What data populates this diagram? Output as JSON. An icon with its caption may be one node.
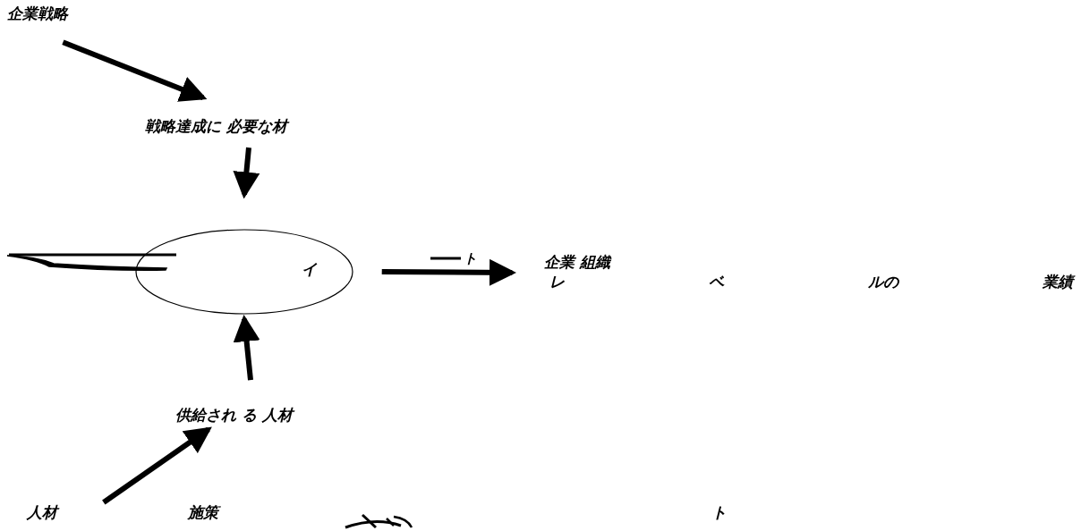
{
  "diagram": {
    "nodes": [
      {
        "text": [
          "企業戦略"
        ]
      },
      {
        "text": [
          "戦略達成に 必要な材"
        ]
      },
      {
        "text": [
          "イ"
        ]
      },
      {
        "text": [
          "供給され る 人材"
        ]
      },
      {
        "text": [
          "企業 組織",
          "レ ベ ルの 業績"
        ]
      },
      {
        "text": [
          "人材",
          "施策",
          "ト"
        ]
      }
    ],
    "edges": [
      {
        "from": 0,
        "to": 1,
        "arrow": "to"
      },
      {
        "from": 1,
        "to": 2,
        "arrow": "to"
      },
      {
        "from": 3,
        "to": 2,
        "arrow": "to"
      },
      {
        "from": 2,
        "to": 4,
        "arrow": "to"
      },
      {
        "from": 5,
        "to": 3,
        "arrow": "to"
      }
    ],
    "labels": [
      "ト"
    ]
  }
}
